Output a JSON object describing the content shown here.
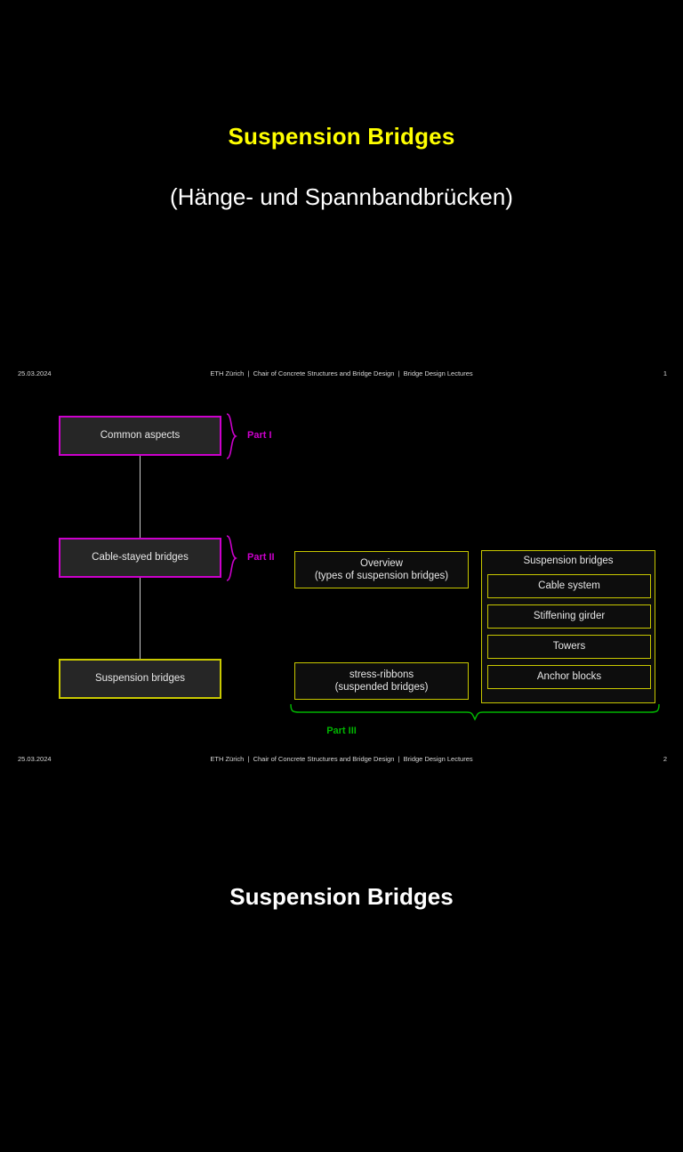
{
  "document": {
    "background_color": "#000000"
  },
  "slide1": {
    "title": "Suspension Bridges",
    "subtitle": "(Hänge- und Spannbandbrücken)",
    "title_color": "#ffff00",
    "subtitle_color": "#ffffff",
    "footer": {
      "date": "25.03.2024",
      "center": "ETH Zürich  |  Chair of Concrete Structures and Bridge Design  |  Bridge Design Lectures",
      "page": "1"
    }
  },
  "slide2": {
    "flow": {
      "nodes": [
        {
          "label": "Common aspects",
          "border_color": "#cc00cc",
          "fill_color": "#262626"
        },
        {
          "label": "Cable-stayed bridges",
          "border_color": "#cc00cc",
          "fill_color": "#262626"
        },
        {
          "label": "Suspension bridges",
          "border_color": "#c8c800",
          "fill_color": "#262626"
        }
      ]
    },
    "parts": [
      {
        "label": "Part I",
        "color": "#cc00cc"
      },
      {
        "label": "Part II",
        "color": "#cc00cc"
      },
      {
        "label": "Part III",
        "color": "#00b400"
      }
    ],
    "detail_boxes": [
      {
        "line1": "Overview",
        "line2": "(types of suspension bridges)",
        "border_color": "#c8c800"
      },
      {
        "line1": "stress-ribbons",
        "line2": "(suspended bridges)",
        "border_color": "#c8c800"
      }
    ],
    "group": {
      "title": "Suspension bridges",
      "border_color": "#c8c800",
      "items": [
        {
          "label": "Cable system"
        },
        {
          "label": "Stiffening girder"
        },
        {
          "label": "Towers"
        },
        {
          "label": "Anchor blocks"
        }
      ]
    },
    "footer": {
      "date": "25.03.2024",
      "center": "ETH Zürich  |  Chair of Concrete Structures and Bridge Design  |  Bridge Design Lectures",
      "page": "2"
    }
  },
  "slide3": {
    "title": "Suspension Bridges",
    "title_color": "#ffffff"
  }
}
